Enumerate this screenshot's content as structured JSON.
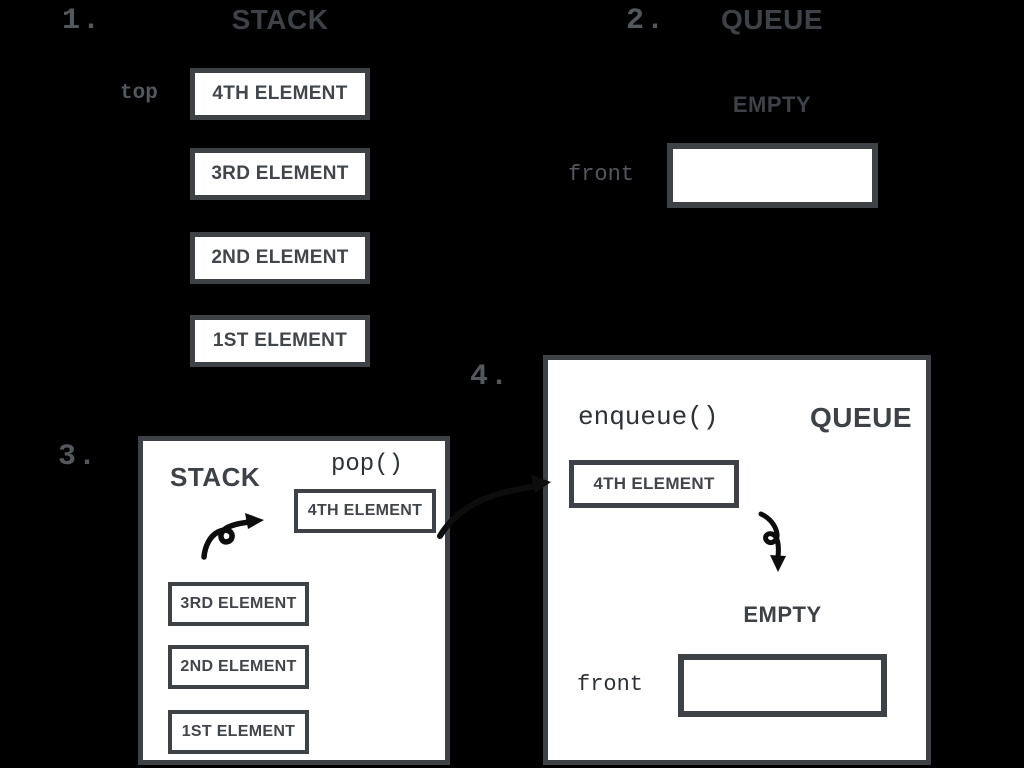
{
  "colors": {
    "background": "#000000",
    "card_bg": "#ffffff",
    "ink": "#3e4146",
    "mono_on_black": "#54575c",
    "mono_on_white": "#2e3135",
    "arrow": "#0d0d0d"
  },
  "panel1": {
    "number": "1.",
    "title": "STACK",
    "pointer_label": "top",
    "elements": [
      "4TH ELEMENT",
      "3RD ELEMENT",
      "2ND ELEMENT",
      "1ST ELEMENT"
    ]
  },
  "panel2": {
    "number": "2.",
    "title": "QUEUE",
    "state_label": "EMPTY",
    "pointer_label": "front"
  },
  "panel3": {
    "number": "3.",
    "title": "STACK",
    "operation_label": "pop()",
    "popped_element": "4TH ELEMENT",
    "elements": [
      "3RD ELEMENT",
      "2ND ELEMENT",
      "1ST ELEMENT"
    ]
  },
  "panel4": {
    "number": "4.",
    "title": "QUEUE",
    "operation_label": "enqueue()",
    "incoming_element": "4TH ELEMENT",
    "state_label": "EMPTY",
    "pointer_label": "front"
  }
}
